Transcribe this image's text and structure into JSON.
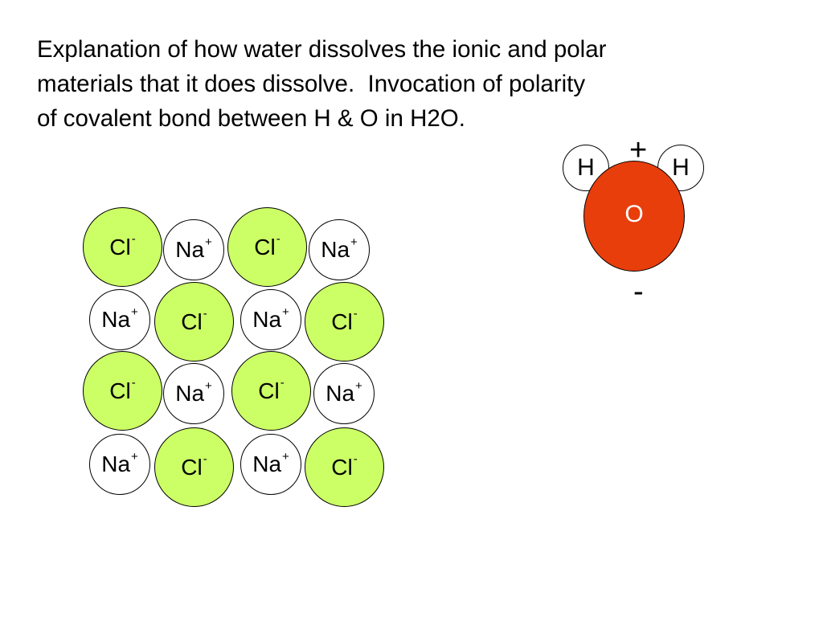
{
  "caption": {
    "lines": [
      "Explanation of how water dissolves the ionic and polar",
      "materials that it does dissolve.  Invocation of polarity",
      "of covalent bond between H & O in H2O."
    ]
  },
  "lattice": {
    "chlorine": {
      "symbol": "Cl",
      "charge": "-"
    },
    "sodium": {
      "symbol": "Na",
      "charge": "+"
    }
  },
  "water": {
    "hydrogen_left": "H",
    "hydrogen_right": "H",
    "oxygen": "O",
    "positive_label": "+",
    "negative_label": "-"
  },
  "colors": {
    "chlorine_fill": "#ccff66",
    "sodium_fill": "#ffffff",
    "oxygen_fill": "#e83e0c"
  }
}
